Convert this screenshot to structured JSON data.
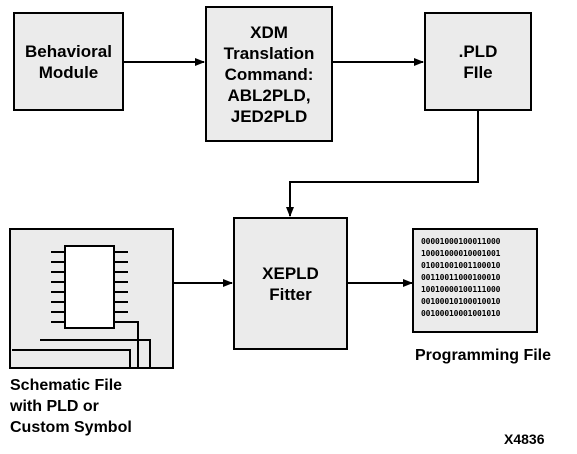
{
  "boxes": {
    "behavioral": [
      "Behavioral",
      "Module"
    ],
    "xdm": [
      "XDM",
      "Translation",
      "Command:",
      "ABL2PLD,",
      "JED2PLD"
    ],
    "pld": [
      ".PLD",
      "FIle"
    ],
    "fitter": [
      "XEPLD",
      "Fitter"
    ]
  },
  "programming_file": {
    "label": "Programming File",
    "bits": [
      "00001000100011000",
      "10001000010001001",
      "01001001001100010",
      "00110011000100010",
      "10010000100111000",
      "00100010100010010",
      "00100010001001010"
    ]
  },
  "schematic_file": {
    "label": [
      "Schematic File",
      "with PLD or",
      "Custom Symbol"
    ]
  },
  "figure_id": "X4836",
  "colors": {
    "box_fill": "#ebebeb",
    "stroke": "#000000"
  }
}
